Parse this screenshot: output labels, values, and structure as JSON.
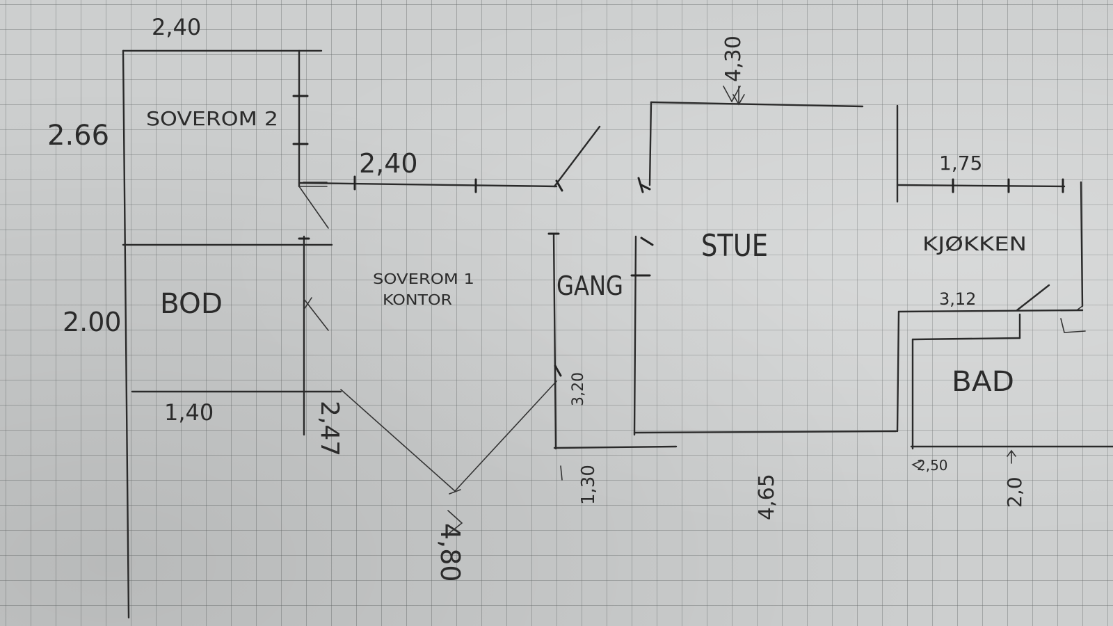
{
  "rooms": {
    "soverom2": "SOVEROM 2",
    "bod": "BOD",
    "soverom1_line1": "SOVEROM 1",
    "soverom1_line2": "KONTOR",
    "gang": "GANG",
    "stue": "STUE",
    "kjokken": "KJØKKEN",
    "bad": "BAD"
  },
  "dimensions": {
    "soverom2_width": "2,40",
    "soverom2_height": "2.66",
    "hall_width": "2,40",
    "bod_height": "2.00",
    "bod_width": "1,40",
    "soverom1_depth": "2,47",
    "soverom1_width": "4,80",
    "gang_length": "3,20",
    "gang_width": "1,30",
    "stue_depth": "4,30",
    "stue_width": "4,65",
    "kjokken_width": "1,75",
    "bad_width": "3,12",
    "bad_depth": "2,50",
    "bad_height": "2,0"
  },
  "colors": {
    "paper": "#cdcfcf",
    "grid": "#5f6464",
    "pencil": "#2a2a2a"
  }
}
